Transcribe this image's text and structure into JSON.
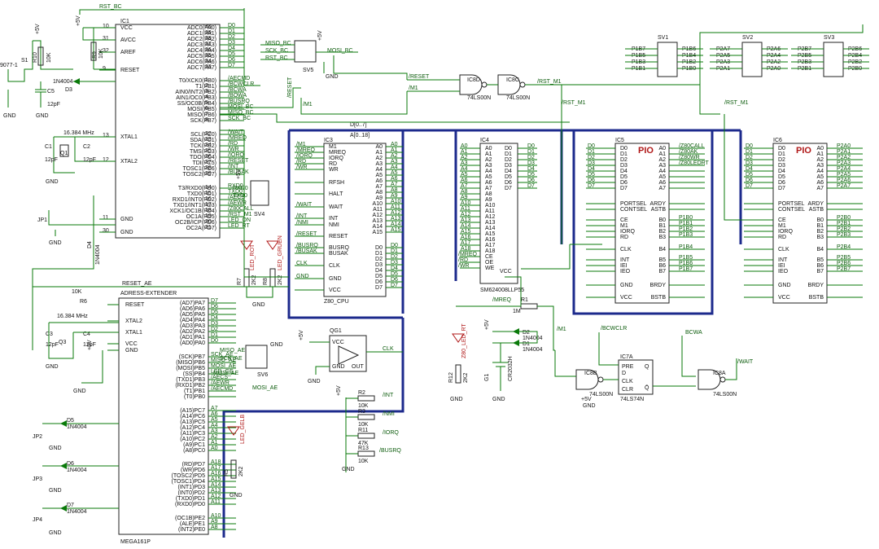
{
  "rst_bc": "RST_BC",
  "ic1": {
    "name": "IC1",
    "left_pins": [
      "VCC",
      "AVCC",
      "AREF",
      "RESET",
      "XTAL1",
      "XTAL2",
      "GND",
      "GND"
    ],
    "left_nums": [
      "10",
      "31",
      "32",
      "9",
      "13",
      "12",
      "11",
      "30"
    ],
    "right_pins": [
      "ADC0(PA0)",
      "ADC1(PA1)",
      "ADC2(PA2)",
      "ADC3(PA3)",
      "ADC4(PA4)",
      "ADC5(PA5)",
      "ADC6(PA6)",
      "ADC7(PA7)",
      "T0/XCK0(PB0)",
      "T1(PB1)",
      "AIN0/INT2(PB2)",
      "AIN1/OC0(PB3)",
      "SS/OC0B(PB4)",
      "MOSI(PB5)",
      "MISO(PB6)",
      "SCK(PB7)",
      "SCL(PC0)",
      "SDA(PC1)",
      "TCK(PC2)",
      "TMS(PC3)",
      "TDO(PC4)",
      "TDI(PC5)",
      "TOSC1(PC6)",
      "TOSC2(PC7)",
      "T3/RXD0(PD0)",
      "TXD0(PD1)",
      "RXD1/INT0(PD2)",
      "TXD1/INT1(PD3)",
      "XCK1/OC1B(PD4)",
      "OC1A(PD5)",
      "OC2B/ICP(PD6)",
      "OC2A(PD7)"
    ],
    "right_nums": [
      "40",
      "39",
      "38",
      "37",
      "36",
      "35",
      "34",
      "33",
      "1",
      "2",
      "3",
      "4",
      "5",
      "6",
      "7",
      "8",
      "22",
      "23",
      "24",
      "25",
      "26",
      "27",
      "28",
      "29",
      "14",
      "15",
      "16",
      "17",
      "18",
      "19",
      "20",
      "21"
    ],
    "right_nets": [
      "D0",
      "D1",
      "D2",
      "D3",
      "D4",
      "D5",
      "D6",
      "D7",
      "/AECMD",
      "/BCWCLR",
      "/BCWA",
      "/BOWA",
      "/BUSRQ",
      "MOSI_BC",
      "MISO_BC",
      "SCK_BC",
      "/WAIT",
      "/MREQ",
      "/RD",
      "/WR",
      "/IORQ",
      "/RESET",
      "/INT",
      "/BUSAK",
      "RXD0",
      "TXD0",
      "/AECS",
      "/AEWR",
      "/Z80CALL",
      "/RST_M1",
      "LED_ON",
      "LED_RT"
    ]
  },
  "sv5": {
    "name": "SV5",
    "nets": [
      "MISO_BC",
      "SCK_BC",
      "RST_BC",
      "MOSI_BC"
    ]
  },
  "sv4": {
    "name": "SV4",
    "nets": [
      "RXD0",
      "TXD0"
    ]
  },
  "reset": {
    "s1": "S1",
    "s1_val": "9077-1",
    "r10": "R10",
    "r10_val": "10K",
    "r9": "R9",
    "r9_val": "10K",
    "c5": "C5",
    "c5_val": "12pF",
    "d3": "D3",
    "d3_val": "1N4004",
    "d4": "D4",
    "d4_val": "1N4004",
    "jp1": "JP1"
  },
  "crystal1": {
    "freq": "16.384 MHz",
    "c1": "C1",
    "c2": "C2",
    "q1": "Q1",
    "cap": "12pF"
  },
  "ic2": {
    "title": "ADRESS-EXTENDER",
    "name": "MEGA161P",
    "reset_ae": "RESET_AE",
    "left_pins": [
      "RESET",
      "XTAL2",
      "XTAL1",
      "VCC",
      "GND"
    ],
    "right_pins": [
      "(AD7)PA7",
      "(AD6)PA6",
      "(AD5)PA5",
      "(AD4)PA4",
      "(AD3)PA3",
      "(AD2)PA2",
      "(AD1)PA1",
      "(AD0)PA0",
      "(SCK)PB7",
      "(MISO)PB6",
      "(MOSI)PB5",
      "(SS)PB4",
      "(TXD1)PB3",
      "(RXD1)PB2",
      "(T1)PB1",
      "(T0)PB0",
      "(A15)PC7",
      "(A14)PC6",
      "(A13)PC5",
      "(A12)PC4",
      "(A11)PC3",
      "(A10)PC2",
      "(A9)PC1",
      "(A8)PC0",
      "(RD)PD7",
      "(WR)PD6",
      "(TOSC2)PD5",
      "(TOSC1)PD4",
      "(INT1)PD3",
      "(INT0)PD2",
      "(TXD0)PD1",
      "(RXD0)PD0",
      "(OC1B)PE2",
      "(ALE)PE1",
      "(INT2)PE0"
    ],
    "right_nets": [
      "D7",
      "D6",
      "D5",
      "D4",
      "D3",
      "D2",
      "D1",
      "D0",
      "SCK_AE",
      "MISO_AE",
      "MOSI_AE",
      "LED_GE",
      "/AECS",
      "/AEWR",
      "/AECMD",
      "",
      "A7",
      "A6",
      "A5",
      "A4",
      "A3",
      "A2",
      "A1",
      "A0",
      "A18",
      "A17",
      "A16",
      "A15",
      "A14",
      "A13",
      "A12",
      "A11",
      "A10",
      "A9",
      "A8"
    ],
    "r6": "R6",
    "r6_val": "10K",
    "freq": "16.384 MHz",
    "c3": "C3",
    "c4": "C4",
    "q3": "Q3",
    "cap": "12pF"
  },
  "sv6": {
    "name": "SV6",
    "nets": [
      "MISO_AE",
      "SCK_AE",
      "RESET_AE",
      "MOSI_AE"
    ]
  },
  "leds": {
    "rot": "LED_ROT",
    "gruen": "LED_GRUEN",
    "gelb": "LED_GELB",
    "rt": "Z80_LED_RT",
    "r7": "R7",
    "r8": "R8",
    "r5": "R5",
    "r12": "R12",
    "val": "2K2"
  },
  "jumpers": {
    "jp2": "JP2",
    "jp3": "JP3",
    "jp4": "JP4",
    "d5": "D5",
    "d6": "D6",
    "d7": "D7",
    "dval": "1N4004"
  },
  "ic3": {
    "name": "IC3",
    "part": "Z80_CPU",
    "left": [
      "M1",
      "MREQ",
      "IORQ",
      "RD",
      "WR",
      "RFSH",
      "HALT",
      "WAIT",
      "INT",
      "NMI",
      "RESET",
      "BUSRQ",
      "BUSAK",
      "CLK",
      "GND",
      "VCC"
    ],
    "left_nets": [
      "/M1",
      "/MREQ",
      "/IORQ",
      "/RD",
      "/WR",
      "",
      "",
      "/WAIT",
      "/INT",
      "/NMI",
      "/RESET",
      "/BUSRQ",
      "/BUSAK",
      "CLK",
      "GND",
      ""
    ],
    "right": [
      "A0",
      "A1",
      "A2",
      "A3",
      "A4",
      "A5",
      "A6",
      "A7",
      "A8",
      "A9",
      "A10",
      "A11",
      "A12",
      "A13",
      "A14",
      "A15",
      "D0",
      "D1",
      "D2",
      "D3",
      "D4",
      "D5",
      "D6",
      "D7"
    ],
    "right_nets": [
      "A0",
      "A1",
      "A2",
      "A3",
      "A4",
      "A5",
      "A6",
      "A7",
      "A8",
      "A9",
      "A10",
      "A11",
      "A12",
      "A13",
      "A14",
      "A15",
      "D0",
      "D1",
      "D2",
      "D3",
      "D4",
      "D5",
      "D6",
      "D7"
    ]
  },
  "ic4": {
    "name": "IC4",
    "part": "SM624008LLP55",
    "left": [
      "A0",
      "A1",
      "A2",
      "A3",
      "A4",
      "A5",
      "A6",
      "A7",
      "A8",
      "A9",
      "A10",
      "A11",
      "A12",
      "A13",
      "A14",
      "A15",
      "A16",
      "A17",
      "A18",
      "CE",
      "OE",
      "WE"
    ],
    "right": [
      "D0",
      "D1",
      "D2",
      "D3",
      "D4",
      "D5",
      "D6",
      "D7"
    ],
    "ctl_nets": [
      "/MREQ",
      "/RD",
      "/WR"
    ]
  },
  "ic5": {
    "name": "IC5",
    "title": "PIO",
    "left": [
      "D0",
      "D1",
      "D2",
      "D3",
      "D4",
      "D5",
      "D6",
      "D7",
      "PORTSEL",
      "CONTSEL",
      "CE",
      "M1",
      "IORQ",
      "RD",
      "CLK",
      "INT",
      "IEI",
      "IEO",
      "GND",
      "VCC"
    ],
    "right": [
      "A0",
      "A1",
      "A2",
      "A3",
      "A4",
      "A5",
      "A6",
      "A7",
      "ARDY",
      "ASTB",
      "B0",
      "B1",
      "B2",
      "B3",
      "B4",
      "B5",
      "B6",
      "B7",
      "BRDY",
      "BSTB"
    ],
    "right_nets": [
      "/Z80CALL",
      "/Z80AK",
      "/Z80WR",
      "/Z80LEDRT",
      "",
      "",
      "",
      "",
      "",
      "",
      "P1B0",
      "P1B1",
      "P1B2",
      "P1B3",
      "P1B4",
      "P1B5",
      "P1B6",
      "P1B7",
      "",
      ""
    ]
  },
  "ic6": {
    "name": "IC6",
    "title": "PIO",
    "right_nets": [
      "P2A0",
      "P2A1",
      "P2A2",
      "P2A3",
      "P2A4",
      "P2A5",
      "P2A6",
      "P2A7",
      "",
      "",
      "P2B0",
      "P2B1",
      "P2B2",
      "P2B3",
      "P2B4",
      "P2B5",
      "P2B6",
      "P2B7",
      "",
      ""
    ]
  },
  "sv1": {
    "name": "SV1",
    "left": [
      "P1B7",
      "P1B5",
      "P1B3",
      "P1B1"
    ],
    "right": [
      "P1B6",
      "P1B4",
      "P1B2",
      "P1B0"
    ]
  },
  "sv2": {
    "name": "SV2",
    "left": [
      "P2A7",
      "P2A5",
      "P2A3",
      "P2A1"
    ],
    "right": [
      "P2A6",
      "P2A4",
      "P2A2",
      "P2A0"
    ]
  },
  "sv3": {
    "name": "SV3",
    "left": [
      "P2B7",
      "P2B5",
      "P2B3",
      "P2B1"
    ],
    "right": [
      "P2B6",
      "P2B4",
      "P2B2",
      "P2B0"
    ]
  },
  "ic8": {
    "d": "IC8D",
    "c": "IC8C",
    "a": "IC8A",
    "b": "IC8B",
    "part": "74LS00N"
  },
  "ic7": {
    "name": "IC7A",
    "part": "74LS74N",
    "pins": [
      "PRE",
      "D",
      "CLK",
      "CLR",
      "Q",
      "Q̄"
    ]
  },
  "qg1": {
    "name": "QG1",
    "vcc": "VCC",
    "gnd": "GND",
    "out": "OUT",
    "clk": "CLK"
  },
  "battery": {
    "g1": "G1",
    "part": "CR2032H",
    "r1": "R1",
    "r1_val": "1M",
    "d1": "D1",
    "d2": "D2",
    "dval": "1N4004",
    "vcc": "VCC"
  },
  "pullups": {
    "r2": "R2",
    "r3": "R3",
    "r11": "R11",
    "r13": "R13",
    "r2v": "10K",
    "r3v": "10K",
    "r11v": "47K",
    "r13v": "10K",
    "n2": "/INT",
    "n3": "/NMI",
    "n11": "/IORQ",
    "n13": "/BUSRQ"
  },
  "nets": {
    "reset": "/RESET",
    "m1": "/M1",
    "rst_m1": "/RST_M1",
    "bcwclr": "/BCWCLR",
    "bcwa": "BCWA",
    "wait": "/WAIT",
    "mreq": "/MREQ",
    "d_bus": "D[0..7]",
    "a_bus": "A[0..18]",
    "vcc5": "+5V",
    "gnd": "GND"
  }
}
